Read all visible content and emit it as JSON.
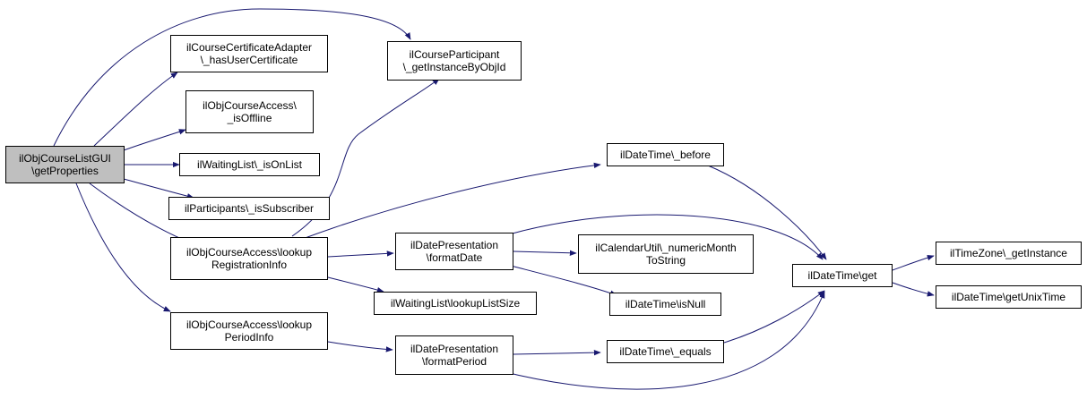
{
  "colors": {
    "edge": "#191970",
    "root_fill": "#bfbfbf",
    "node_fill": "#ffffff",
    "border": "#000000"
  },
  "nodes": {
    "root": {
      "line1": "ilObjCourseListGUI",
      "line2": "\\getProperties"
    },
    "cert": {
      "line1": "ilCourseCertificateAdapter",
      "line2": "\\_hasUserCertificate"
    },
    "offline": {
      "line1": "ilObjCourseAccess\\",
      "line2": "_isOffline"
    },
    "onlist": {
      "line1": "ilWaitingList\\_isOnList",
      "line2": ""
    },
    "subscriber": {
      "line1": "ilParticipants\\_isSubscriber",
      "line2": ""
    },
    "lookupreg": {
      "line1": "ilObjCourseAccess\\lookup",
      "line2": "RegistrationInfo"
    },
    "lookupper": {
      "line1": "ilObjCourseAccess\\lookup",
      "line2": "PeriodInfo"
    },
    "participant": {
      "line1": "ilCourseParticipant",
      "line2": "\\_getInstanceByObjId"
    },
    "listsize": {
      "line1": "ilWaitingList\\lookupListSize",
      "line2": ""
    },
    "formatdate": {
      "line1": "ilDatePresentation",
      "line2": "\\formatDate"
    },
    "formatperiod": {
      "line1": "ilDatePresentation",
      "line2": "\\formatPeriod"
    },
    "before": {
      "line1": "ilDateTime\\_before",
      "line2": ""
    },
    "calutil": {
      "line1": "ilCalendarUtil\\_numericMonth",
      "line2": "ToString"
    },
    "isnull": {
      "line1": "ilDateTime\\isNull",
      "line2": ""
    },
    "equals": {
      "line1": "ilDateTime\\_equals",
      "line2": ""
    },
    "get": {
      "line1": "ilDateTime\\get",
      "line2": ""
    },
    "timezone": {
      "line1": "ilTimeZone\\_getInstance",
      "line2": ""
    },
    "unixtime": {
      "line1": "ilDateTime\\getUnixTime",
      "line2": ""
    }
  }
}
